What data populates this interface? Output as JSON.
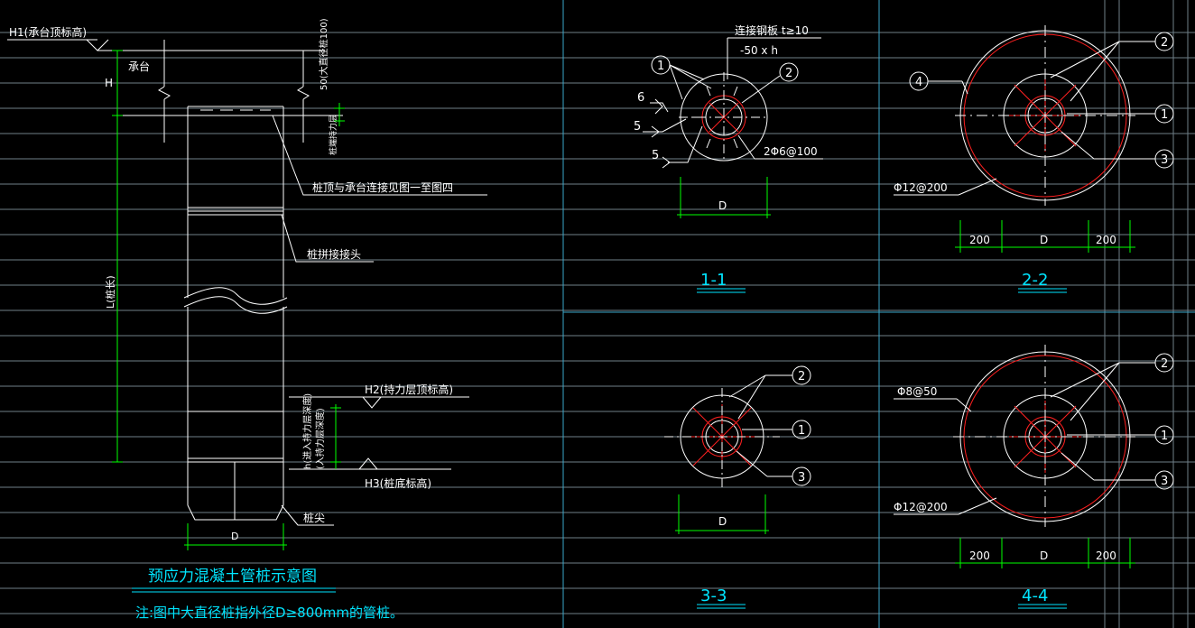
{
  "main_view": {
    "h1_label": "H1(承台顶标高)",
    "cap_label": "承台",
    "h_label": "H",
    "cap_note": "50(大直径桩100)",
    "joint_note": "桩顶与承台连接见图一至图四",
    "splice_label": "桩拼接接头",
    "pile_length_label": "L(桩长)",
    "h2_label": "H2(持力层顶标高)",
    "h3_label": "H3(桩底标高)",
    "embed_label": "h(进入持力层深度)",
    "embed_label2": "(入持力层深度)",
    "tip_label": "桩尖",
    "pile_seat_label": "桩端持力层",
    "d_label": "D",
    "title": "预应力混凝土管桩示意图",
    "note": "注:图中大直径桩指外径D≥800mm的管桩。"
  },
  "sections": {
    "s11": {
      "title": "1-1",
      "plate_label": "连接钢板 t≥10",
      "plate_size": "-50 x h",
      "weld_6": "6",
      "weld_5a": "5",
      "weld_5b": "5",
      "rebar": "2Φ6@100",
      "d_label": "D",
      "mark_1": "1",
      "mark_2": "2"
    },
    "s22": {
      "title": "2-2",
      "rebar": "Φ12@200",
      "d_label": "D",
      "dim_left": "200",
      "dim_right": "200",
      "mark_1": "1",
      "mark_2": "2",
      "mark_3": "3",
      "mark_4": "4"
    },
    "s33": {
      "title": "3-3",
      "d_label": "D",
      "mark_1": "1",
      "mark_2": "2",
      "mark_3": "3"
    },
    "s44": {
      "title": "4-4",
      "rebar_top": "Φ8@50",
      "rebar_bottom": "Φ12@200",
      "d_label": "D",
      "dim_left": "200",
      "dim_right": "200",
      "mark_1": "1",
      "mark_2": "2",
      "mark_3": "3"
    }
  },
  "colors": {
    "background": "#000000",
    "line": "#ffffff",
    "dimension": "#00ff00",
    "rebar": "#ff2020",
    "title": "#00e5ff",
    "grid": "#6f7f88"
  }
}
